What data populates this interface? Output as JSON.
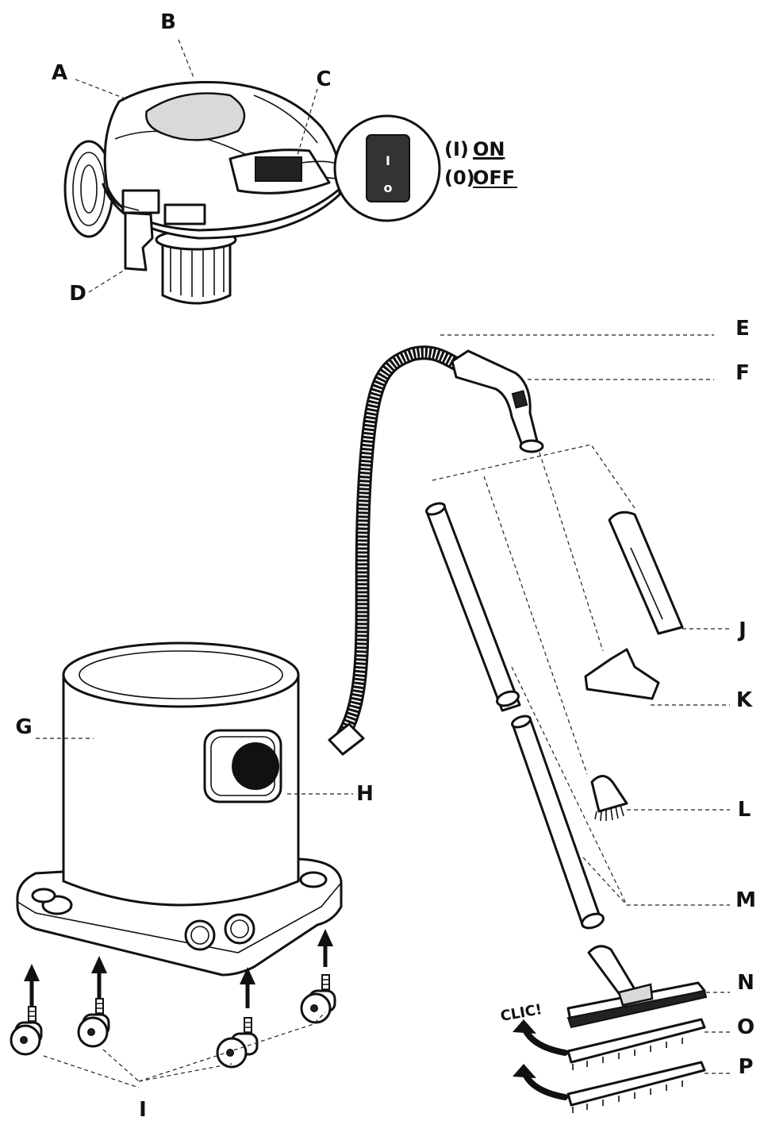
{
  "labels": {
    "A": "A",
    "B": "B",
    "C": "C",
    "D": "D",
    "E": "E",
    "F": "F",
    "G": "G",
    "H": "H",
    "I": "I",
    "J": "J",
    "K": "K",
    "L": "L",
    "M": "M",
    "N": "N",
    "O": "O",
    "P": "P"
  },
  "switch": {
    "on_code": "(I)",
    "on_label": "ON",
    "off_code": "(0)",
    "off_label": "OFF",
    "on_symbol": "I",
    "off_symbol": "o"
  },
  "clic_text": "CLIC!"
}
